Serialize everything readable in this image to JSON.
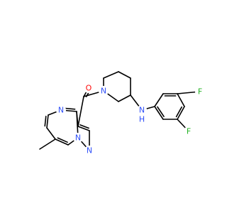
{
  "structure": {
    "atom_labels": {
      "O": "O",
      "N_amide": "N",
      "N_pyrimidine": "N",
      "N_bridge": "N",
      "N_pyrazole": "N",
      "NH": "N",
      "H": "H",
      "F_top": "F",
      "F_bottom": "F"
    },
    "colors": {
      "bond": "#000000",
      "carbon_text": "#000000",
      "nitrogen": "#3050F8",
      "oxygen": "#FF0D0D",
      "fluorine": "#1FB11F"
    }
  }
}
